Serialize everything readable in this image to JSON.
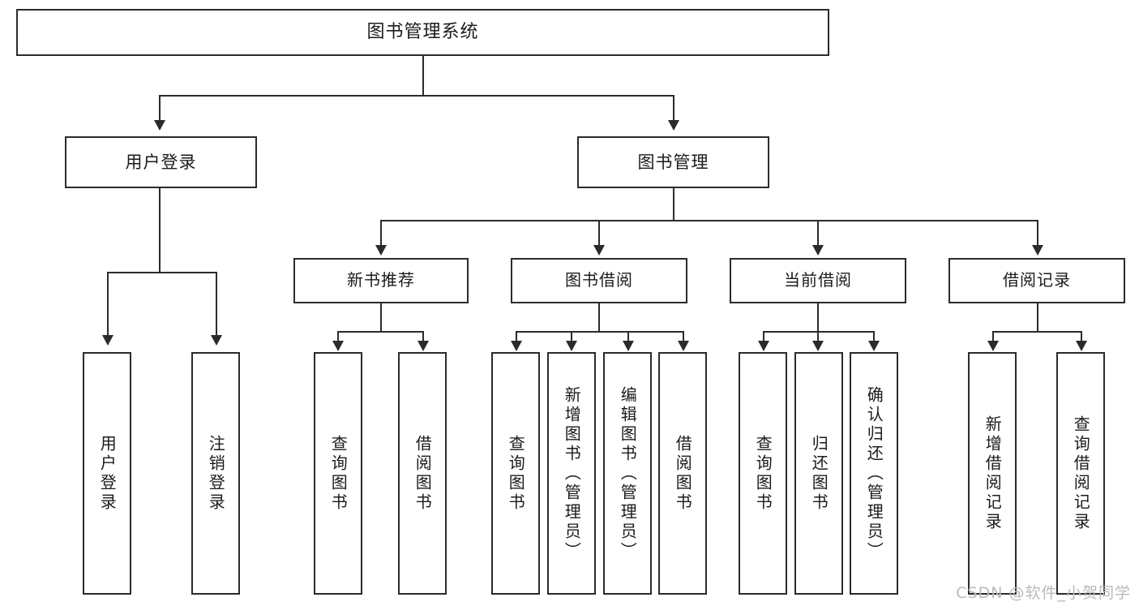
{
  "diagram": {
    "title": "图书管理系统",
    "type": "tree",
    "root": {
      "label": "图书管理系统"
    },
    "level2": [
      {
        "label": "用户登录"
      },
      {
        "label": "图书管理"
      }
    ],
    "level3": [
      {
        "label": "新书推荐"
      },
      {
        "label": "图书借阅"
      },
      {
        "label": "当前借阅"
      },
      {
        "label": "借阅记录"
      }
    ],
    "leaves": {
      "user_login": [
        {
          "label": "用户登录"
        },
        {
          "label": "注销登录"
        }
      ],
      "new_book": [
        {
          "label": "查询图书"
        },
        {
          "label": "借阅图书"
        }
      ],
      "borrow_book": [
        {
          "label": "查询图书"
        },
        {
          "label": "新增图书（管理员）"
        },
        {
          "label": "编辑图书（管理员）"
        },
        {
          "label": "借阅图书"
        }
      ],
      "current_borrow": [
        {
          "label": "查询图书"
        },
        {
          "label": "归还图书"
        },
        {
          "label": "确认归还（管理员）"
        }
      ],
      "borrow_record": [
        {
          "label": "新增借阅记录"
        },
        {
          "label": "查询借阅记录"
        }
      ]
    }
  },
  "watermark": {
    "text": "CSDN @软件_小贺同学"
  },
  "colors": {
    "stroke": "#2b2b2b",
    "background": "#ffffff",
    "text": "#1b1b1b",
    "watermark": "#b9b9b9"
  }
}
